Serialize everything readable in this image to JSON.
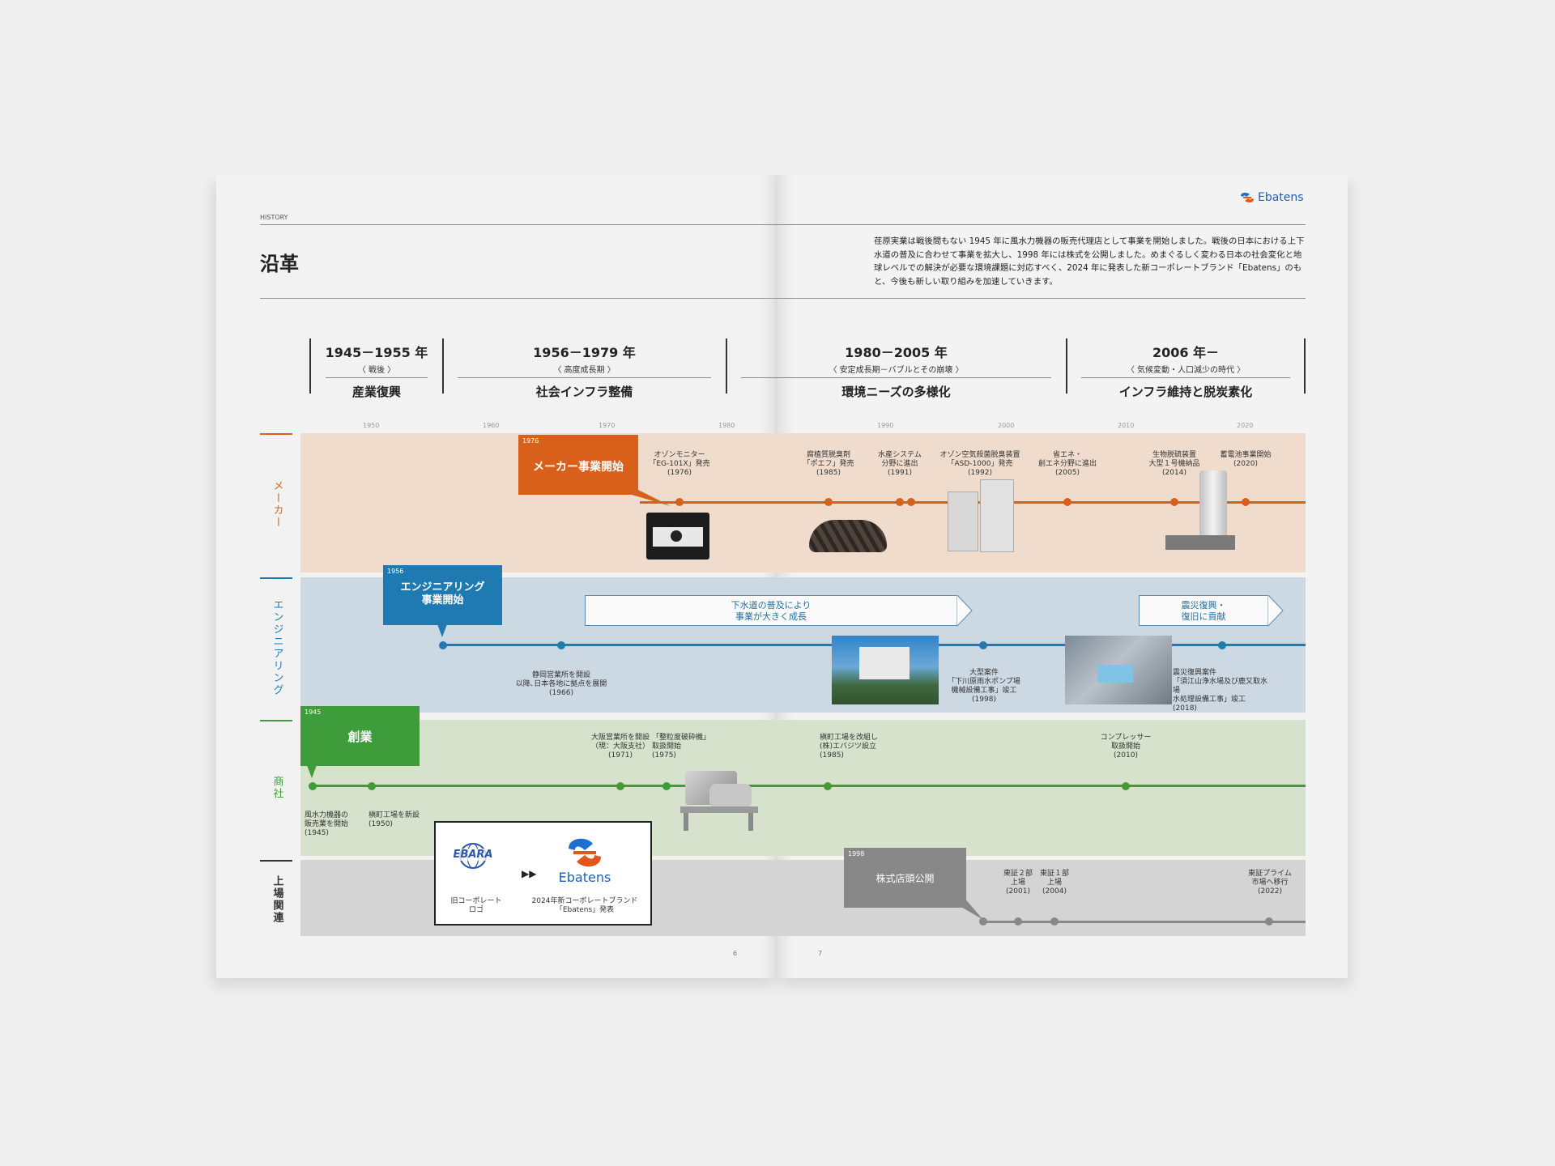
{
  "header": {
    "section_label": "HISTORY",
    "title": "沿革",
    "brand": "Ebatens",
    "intro": "荏原実業は戦後間もない 1945 年に風水力機器の販売代理店として事業を開始しました。戦後の日本における上下水道の普及に合わせて事業を拡大し、1998 年には株式を公開しました。めまぐるしく変わる日本の社会変化と地球レベルでの解決が必要な環境課題に対応すべく、2024 年に発表した新コーポレートブランド「Ebatens」のもと、今後も新しい取り組みを加速していきます。"
  },
  "eras": [
    {
      "years": "1945－1955 年",
      "sub": "〈 戦後 〉",
      "name": "産業復興"
    },
    {
      "years": "1956－1979 年",
      "sub": "〈 高度成長期 〉",
      "name": "社会インフラ整備"
    },
    {
      "years": "1980－2005 年",
      "sub": "〈 安定成長期－バブルとその崩壊 〉",
      "name": "環境ニーズの多様化"
    },
    {
      "years": "2006 年－",
      "sub": "〈 気候変動・人口減少の時代 〉",
      "name": "インフラ維持と脱炭素化"
    }
  ],
  "decade_ticks": [
    "1950",
    "1960",
    "1970",
    "1980",
    "1990",
    "2000",
    "2010",
    "2020"
  ],
  "rows": {
    "maker": {
      "label": "メーカー",
      "color": "#d9601a",
      "callout": {
        "year": "1976",
        "label": "メーカー事業開始"
      },
      "events": [
        {
          "text": "オゾンモニター\n「EG-101X」発売\n(1976)"
        },
        {
          "text": "腐植質脱臭剤\n「ポエフ」発売\n(1985)"
        },
        {
          "text": "水産システム\n分野に進出\n(1991)"
        },
        {
          "text": "オゾン空気殺菌脱臭装置\n「ASD-1000」発売\n(1992)"
        },
        {
          "text": "省エネ・\n創エネ分野に進出\n(2005)"
        },
        {
          "text": "生物脱硫装置\n大型１号機納品\n(2014)"
        },
        {
          "text": "蓄電池事業開始\n(2020)"
        }
      ]
    },
    "engineering": {
      "label": "エンジニアリング",
      "color": "#1e7ab0",
      "callout": {
        "year": "1956",
        "label": "エンジニアリング\n事業開始"
      },
      "arrows": [
        "下水道の普及により\n事業が大きく成長",
        "震災復興・\n復旧に貢献"
      ],
      "events": [
        {
          "text": "静岡営業所を開設\n以降､日本各地に拠点を展開\n(1966)"
        },
        {
          "text": "大型案件\n「下川原雨水ポンプ場\n機械設備工事」竣工\n(1998)"
        },
        {
          "text": "震災復興案件\n「須江山浄水場及び鹿又取水場\n水処理設備工事」竣工\n(2018)"
        }
      ]
    },
    "trading": {
      "label": "商社",
      "color": "#3e9d3a",
      "callout": {
        "year": "1945",
        "label": "創業"
      },
      "events": [
        {
          "text": "風水力機器の\n販売業を開始\n(1945)"
        },
        {
          "text": "槇町工場を新設\n(1950)"
        },
        {
          "text": "大阪営業所を開設\n（現：大阪支社）\n(1971)"
        },
        {
          "text": "「整粒度破砕機」\n取扱開始\n(1975)"
        },
        {
          "text": "槇町工場を改組し\n(株)エバジツ設立\n(1985)"
        },
        {
          "text": "コンプレッサー\n取扱開始\n(2010)"
        }
      ]
    },
    "listing": {
      "label": "上場関連",
      "color": "#888888",
      "callout": {
        "year": "1998",
        "label": "株式店頭公開"
      },
      "events": [
        {
          "text": "東証２部\n上場\n(2001)"
        },
        {
          "text": "東証１部\n上場\n(2004)"
        },
        {
          "text": "東証プライム\n市場へ移行\n(2022)"
        }
      ]
    }
  },
  "logo_box": {
    "old_logo": "EBARA",
    "old_caption": "旧コーポレート\nロゴ",
    "new_logo": "Ebatens",
    "new_caption": "2024年新コーポレートブランド\n「Ebatens」発表"
  },
  "page_numbers": [
    "6",
    "7"
  ]
}
